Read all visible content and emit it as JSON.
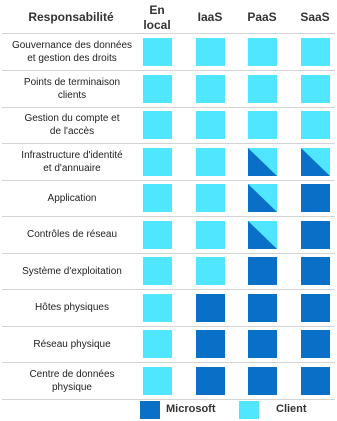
{
  "colors": {
    "microsoft": "#0a6fc6",
    "client": "#50e6ff"
  },
  "headers": {
    "responsibility": "Responsabilité",
    "columns": [
      {
        "lines": [
          "En",
          "local"
        ]
      },
      {
        "lines": [
          "IaaS"
        ]
      },
      {
        "lines": [
          "PaaS"
        ]
      },
      {
        "lines": [
          "SaaS"
        ]
      }
    ]
  },
  "rows": [
    {
      "label": [
        "Gouvernance des données",
        "et gestion des droits"
      ],
      "cells": [
        "client",
        "client",
        "client",
        "client"
      ]
    },
    {
      "label": [
        "Points de terminaison",
        "clients"
      ],
      "cells": [
        "client",
        "client",
        "client",
        "client"
      ]
    },
    {
      "label": [
        "Gestion du compte et",
        "de l'accès"
      ],
      "cells": [
        "client",
        "client",
        "client",
        "client"
      ]
    },
    {
      "label": [
        "Infrastructure d'identité",
        "et d'annuaire"
      ],
      "cells": [
        "client",
        "client",
        "shared",
        "shared"
      ]
    },
    {
      "label": [
        "Application"
      ],
      "cells": [
        "client",
        "client",
        "shared",
        "microsoft"
      ]
    },
    {
      "label": [
        "Contrôles de réseau"
      ],
      "cells": [
        "client",
        "client",
        "shared",
        "microsoft"
      ]
    },
    {
      "label": [
        "Système d'exploitation"
      ],
      "cells": [
        "client",
        "client",
        "microsoft",
        "microsoft"
      ]
    },
    {
      "label": [
        "Hôtes physiques"
      ],
      "cells": [
        "client",
        "microsoft",
        "microsoft",
        "microsoft"
      ]
    },
    {
      "label": [
        "Réseau physique"
      ],
      "cells": [
        "client",
        "microsoft",
        "microsoft",
        "microsoft"
      ]
    },
    {
      "label": [
        "Centre de données",
        "physique"
      ],
      "cells": [
        "client",
        "microsoft",
        "microsoft",
        "microsoft"
      ]
    }
  ],
  "legend": {
    "microsoft": "Microsoft",
    "client": "Client"
  }
}
